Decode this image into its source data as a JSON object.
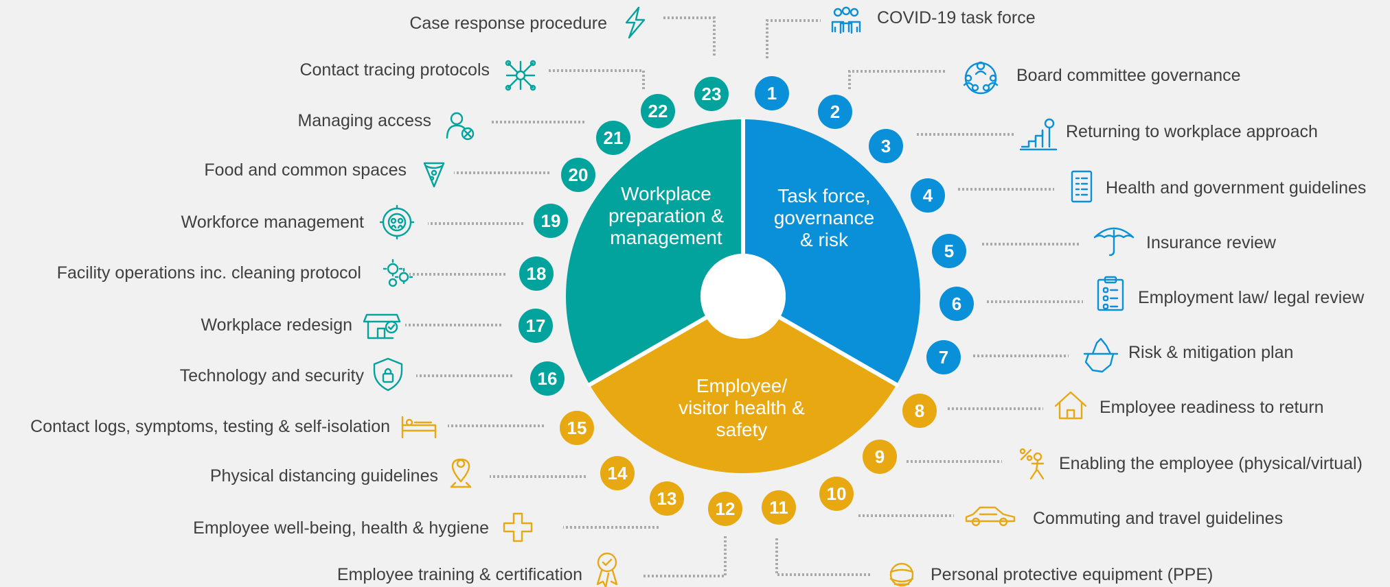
{
  "colors": {
    "blue": "#0a8fd9",
    "teal": "#03a39d",
    "gold": "#e7a811",
    "text": "#3f3f3f",
    "background": "#f1f1f1",
    "connector": "#a9a9a9"
  },
  "segments": {
    "blue": [
      "Task force,",
      "governance",
      "& risk"
    ],
    "gold": [
      "Employee/",
      "visitor health &",
      "safety"
    ],
    "teal": [
      "Workplace",
      "preparation &",
      "management"
    ]
  },
  "items": [
    {
      "num": "1",
      "label": "COVID-19 task force",
      "group": "blue",
      "icon": "team-icon"
    },
    {
      "num": "2",
      "label": "Board committee governance",
      "group": "blue",
      "icon": "board-icon"
    },
    {
      "num": "3",
      "label": "Returning to workplace approach",
      "group": "blue",
      "icon": "stairs-icon"
    },
    {
      "num": "4",
      "label": "Health and government guidelines",
      "group": "blue",
      "icon": "document-icon"
    },
    {
      "num": "5",
      "label": "Insurance review",
      "group": "blue",
      "icon": "umbrella-icon"
    },
    {
      "num": "6",
      "label": "Employment law/ legal review",
      "group": "blue",
      "icon": "clipboard-icon"
    },
    {
      "num": "7",
      "label": "Risk & mitigation plan",
      "group": "blue",
      "icon": "iceberg-icon"
    },
    {
      "num": "8",
      "label": "Employee readiness to return",
      "group": "gold",
      "icon": "home-icon"
    },
    {
      "num": "9",
      "label": "Enabling the employee (physical/virtual)",
      "group": "gold",
      "icon": "person-percent-icon"
    },
    {
      "num": "10",
      "label": "Commuting and travel guidelines",
      "group": "gold",
      "icon": "car-icon"
    },
    {
      "num": "11",
      "label": "Personal protective equipment (PPE)",
      "group": "gold",
      "icon": "face-shield-icon"
    },
    {
      "num": "12",
      "label": "Employee training & certification",
      "group": "gold",
      "icon": "certificate-icon"
    },
    {
      "num": "13",
      "label": "Employee well-being, health & hygiene",
      "group": "gold",
      "icon": "cross-icon"
    },
    {
      "num": "14",
      "label": "Physical distancing guidelines",
      "group": "gold",
      "icon": "location-person-icon"
    },
    {
      "num": "15",
      "label": "Contact logs, symptoms, testing & self-isolation",
      "group": "gold",
      "icon": "bed-icon"
    },
    {
      "num": "16",
      "label": "Technology and security",
      "group": "teal",
      "icon": "shield-lock-icon"
    },
    {
      "num": "17",
      "label": "Workplace redesign",
      "group": "teal",
      "icon": "store-icon"
    },
    {
      "num": "18",
      "label": "Facility operations inc. cleaning protocol",
      "group": "teal",
      "icon": "gears-icon"
    },
    {
      "num": "19",
      "label": "Workforce management",
      "group": "teal",
      "icon": "workforce-gear-icon"
    },
    {
      "num": "20",
      "label": "Food and common spaces",
      "group": "teal",
      "icon": "pizza-icon"
    },
    {
      "num": "21",
      "label": "Managing access",
      "group": "teal",
      "icon": "user-x-icon"
    },
    {
      "num": "22",
      "label": "Contact tracing protocols",
      "group": "teal",
      "icon": "network-icon"
    },
    {
      "num": "23",
      "label": "Case response procedure",
      "group": "teal",
      "icon": "lightning-icon"
    }
  ]
}
